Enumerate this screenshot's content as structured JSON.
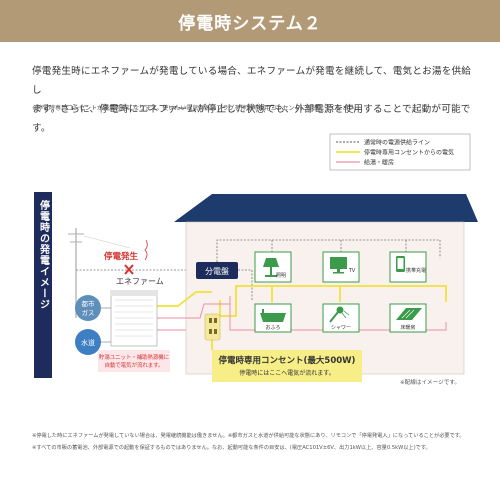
{
  "header": {
    "title": "停電時システム２"
  },
  "description": {
    "line1": "停電発生時にエネファームが発電している場合、エネファームが発電を継続して、電気とお湯を供給し",
    "line2": "ます。さらに、停電時にエネファームが停止した状態でも、外部電源を使用することで起動が可能です。"
  },
  "top_note": "※停電時専用コンセントが使用可能になります。使いたい電気製品のプラグを停電時専用コンセントに接続してください。",
  "legend": {
    "items": [
      {
        "label": "通常時の電源供給ライン",
        "color": "#777777"
      },
      {
        "label": "停電時専用コンセントからの電気",
        "color": "#f1e23a"
      },
      {
        "label": "給湯・暖房",
        "color": "#ee8fa3"
      }
    ]
  },
  "side_label": "停電時の発電イメージ",
  "diagram": {
    "power_outage": "停電発生",
    "distribution_board": "分電盤",
    "city_gas": [
      "都市",
      "ガス"
    ],
    "water": "水道",
    "enefarm": "エネファーム",
    "storage_note": [
      "貯湯ユニット・補助熱源機に",
      "自動で電気が流れます。"
    ],
    "outlet_title": "停電時専用コンセント(最大500W)",
    "outlet_sub": "停電時にはここへ電気が流れます。",
    "image_note": "※配線はイメージです。",
    "appliances": [
      {
        "label": "照明",
        "icon": "lamp-icon"
      },
      {
        "label": "TV",
        "icon": "tv-icon"
      },
      {
        "label": "携帯充電",
        "icon": "phone-charge-icon"
      },
      {
        "label": "おふろ",
        "icon": "bathtub-icon"
      },
      {
        "label": "シャワー",
        "icon": "shower-icon"
      },
      {
        "label": "床暖房",
        "icon": "floor-heating-icon"
      }
    ]
  },
  "footnotes": [
    "※停電した時にエネファームが発電していない場合は、発電継続機能は働きません。※都市ガスと水道が供給可能な状態にあり、リモコンで「停電発電入」になっていることが必要です。",
    "※すべての市販の蓄電池、外部電源での起動を保証するものではありません。なお、起動可能な条件の目安は、(電圧AC101V±6V、出力1kW以上、容量0.5kW以上)です。"
  ],
  "colors": {
    "header_bg": "#b39a76",
    "roof": "#1e3b6e",
    "navy": "#1d2c5c",
    "house_wall": "#f9f1ed",
    "appliance_green": "#3b9b4b",
    "outage_red": "#d2322e",
    "gas_blue": "#5e8fbb",
    "water_blue": "#3d7fc2",
    "yellow": "#f1e23a",
    "pink": "#ee8fa3"
  }
}
